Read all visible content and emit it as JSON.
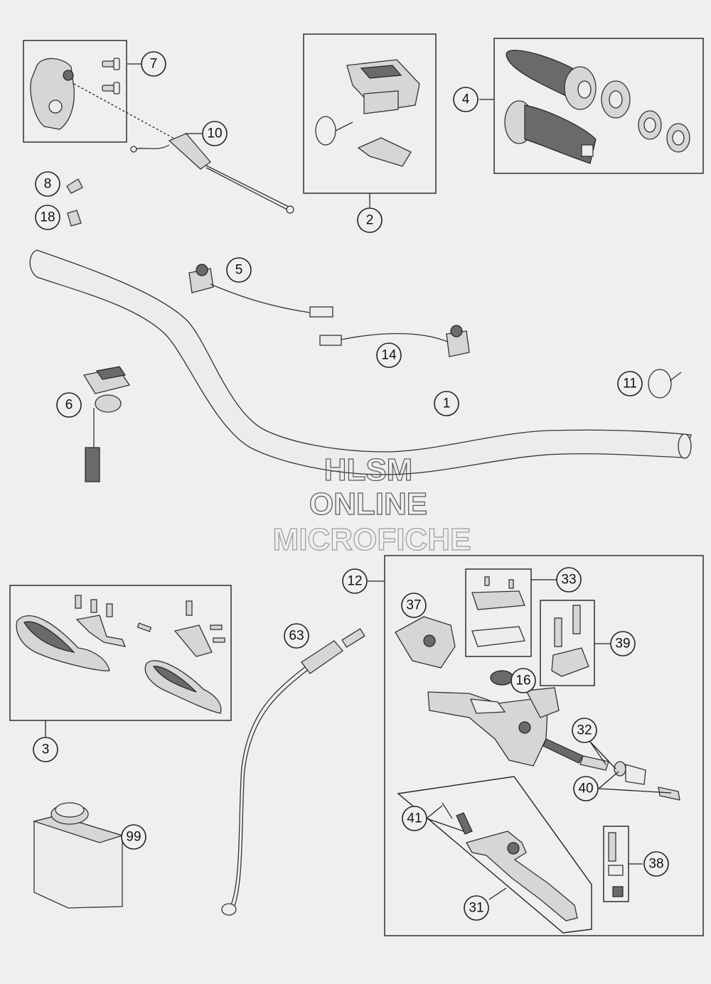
{
  "watermark": {
    "line1": "HLSM",
    "line2": "ONLINE",
    "line3": "MICROFICHE"
  },
  "callouts": {
    "c1": "1",
    "c2": "2",
    "c3": "3",
    "c4": "4",
    "c5": "5",
    "c6": "6",
    "c7": "7",
    "c8": "8",
    "c10": "10",
    "c11": "11",
    "c12": "12",
    "c14": "14",
    "c16": "16",
    "c18": "18",
    "c31": "31",
    "c32": "32",
    "c33": "33",
    "c37": "37",
    "c38": "38",
    "c39": "39",
    "c40": "40",
    "c41": "41",
    "c63": "63",
    "c99": "99"
  }
}
